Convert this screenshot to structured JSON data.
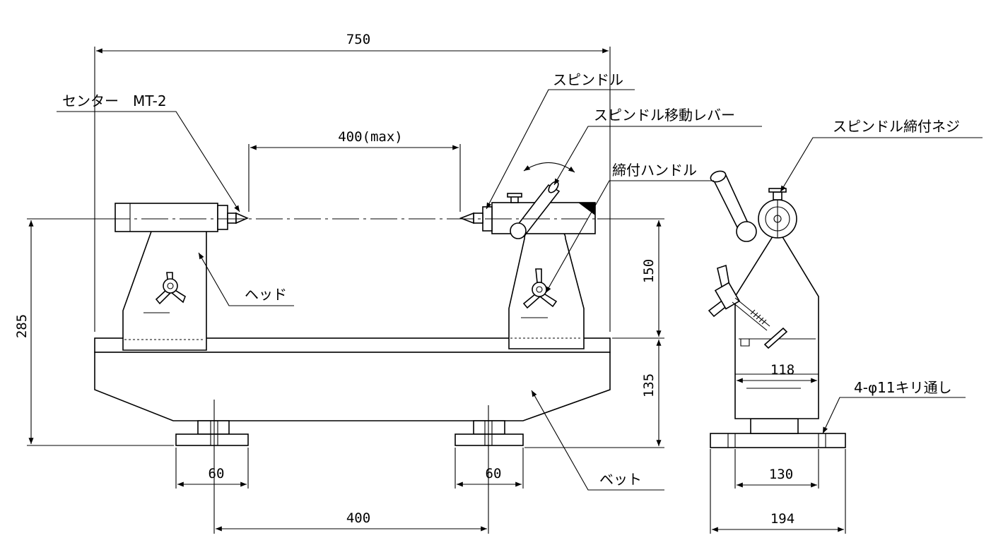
{
  "labels": {
    "center": "センター　MT-2",
    "spindle": "スピンドル",
    "spindle_lever": "スピンドル移動レバー",
    "spindle_screw": "スピンドル締付ネジ",
    "clamp_handle": "締付ハンドル",
    "head": "ヘッド",
    "bed": "ベット",
    "holes": "4-φ11キリ通し"
  },
  "dimensions": {
    "overall_width": "750",
    "max_between_centers": "400(max)",
    "overall_height": "285",
    "center_height": "150",
    "bed_height": "135",
    "foot_left": "60",
    "foot_right": "60",
    "foot_pitch": "400",
    "side_inner": "118",
    "side_bolt_pitch": "130",
    "side_overall": "194"
  }
}
